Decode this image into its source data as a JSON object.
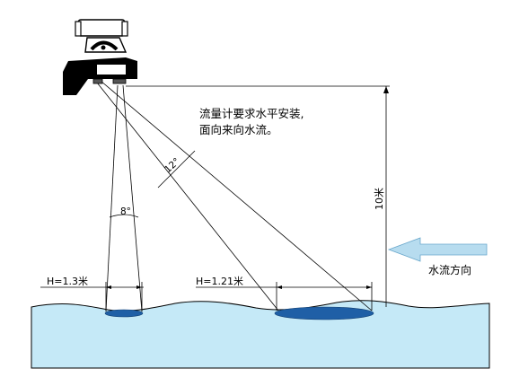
{
  "note_line1": "流量计要求水平安装,",
  "note_line2": "面向来向水流。",
  "angle_vertical": "8°",
  "angle_inclined": "12°",
  "height_label": "10米",
  "footprint_left": "H=1.3米",
  "footprint_right": "H=1.21米",
  "flow_direction": "水流方向",
  "colors": {
    "water": "#c5e9f7",
    "footprint": "#1f5fa6",
    "arrow": "#b7dcef",
    "line": "#000000"
  }
}
